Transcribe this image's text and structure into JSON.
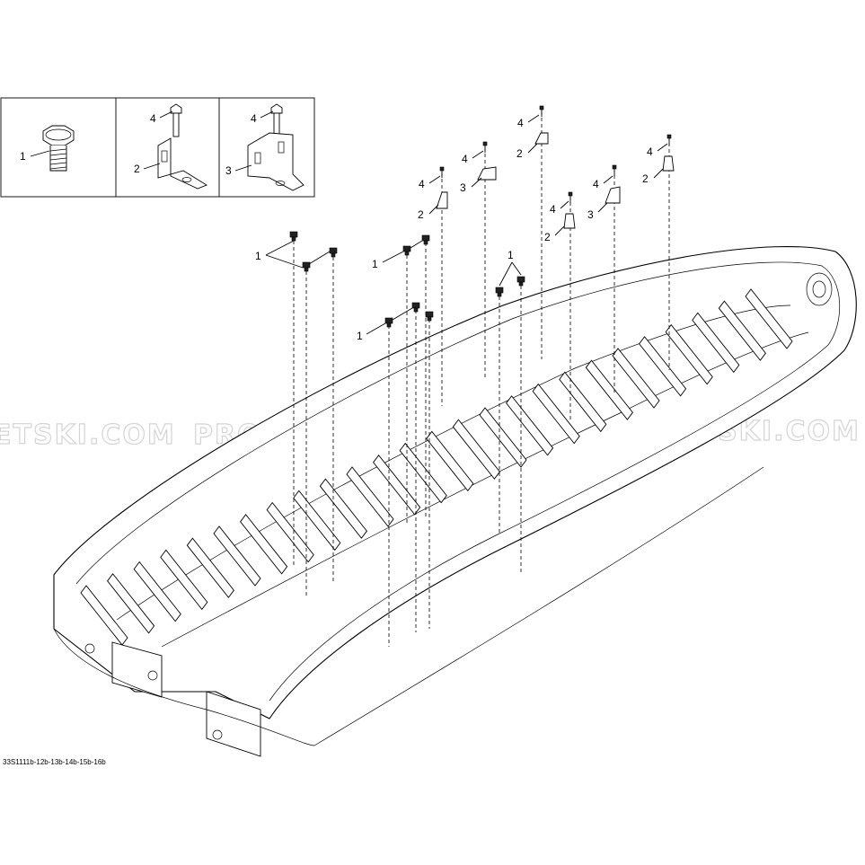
{
  "diagram": {
    "reference_code": "33S1111b-12b-13b-14b-15b-16b",
    "watermarks": [
      "ETSKI.COM",
      "PROMO-JETSKI.COM",
      "PROMO-JETSKI.COM"
    ],
    "legend_panels": [
      {
        "name": "plug",
        "callouts": [
          "1"
        ]
      },
      {
        "name": "bracket-single",
        "callouts": [
          "4",
          "2"
        ]
      },
      {
        "name": "bracket-double",
        "callouts": [
          "4",
          "3"
        ]
      }
    ],
    "callout_labels": {
      "screw": "1",
      "bracket_single": "2",
      "bracket_double": "3",
      "bolt": "4"
    },
    "hull_callouts": [
      "1",
      "1",
      "1",
      "1",
      "4",
      "2",
      "4",
      "2",
      "4",
      "3",
      "4",
      "2",
      "4",
      "3",
      "4",
      "2"
    ]
  }
}
